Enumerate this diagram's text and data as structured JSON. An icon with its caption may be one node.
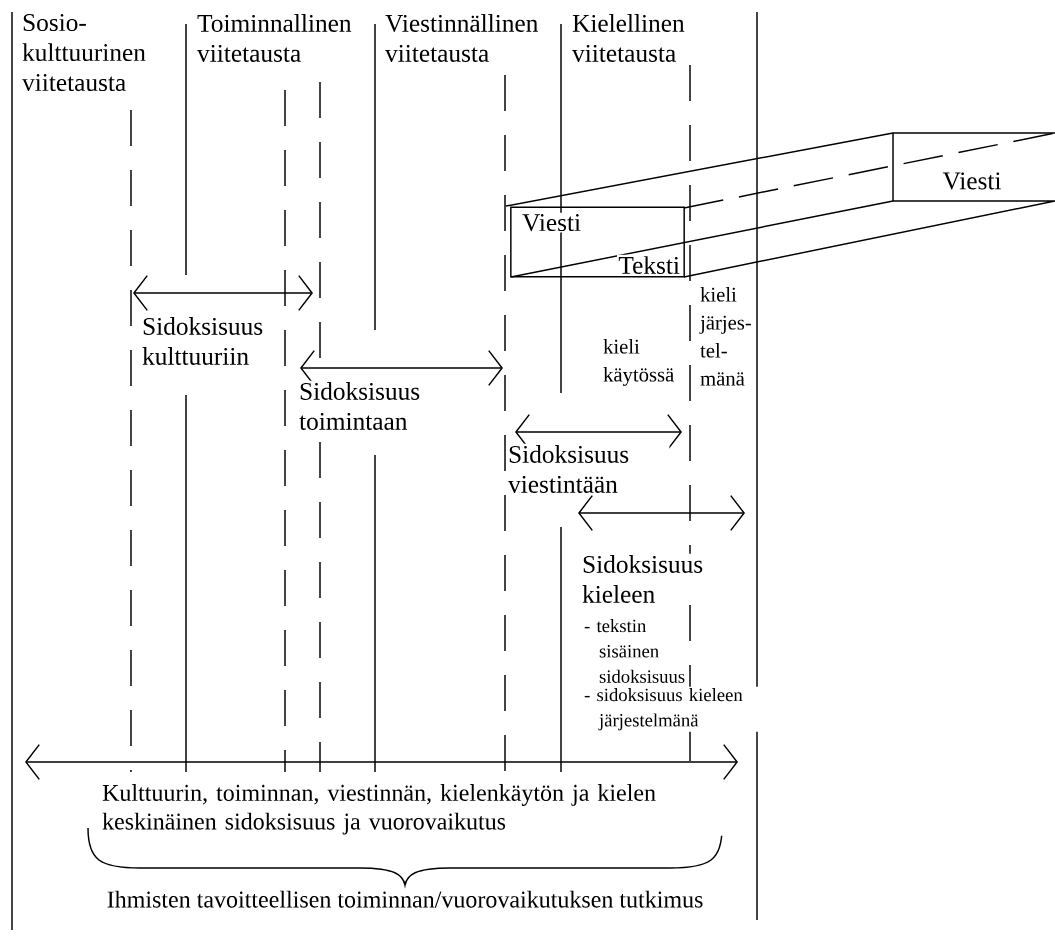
{
  "diagram": {
    "nodes": [
      {
        "text": [
          "Viesti",
          "Teksti"
        ]
      },
      {
        "text": [
          "Viesti"
        ]
      }
    ],
    "labels": [
      "Sosio- kulttuurinen viitetausta",
      "Toiminnallinen viitetausta",
      "Viestinnällinen viitetausta",
      "Kielellinen viitetausta",
      "kieli järjes- tel- mänä",
      "Sidoksisuus kulttuuriin",
      "kieli käytössä",
      "Sidoksisuus toimintaan",
      "Sidoksisuus viestintään",
      "Sidoksisuus kieleen",
      "- tekstin sisäinen sidoksisuus",
      "- sidoksisuus kieleen järjestelmänä",
      "Kulttuurin, toiminnan, viestinnän, kielenkäytön ja kielen keskinäinen sidoksisuus ja vuorovaikutus",
      "Ihmisten tavoitteellisen toiminnan/vuorovaikutuksen tutkimus"
    ]
  }
}
